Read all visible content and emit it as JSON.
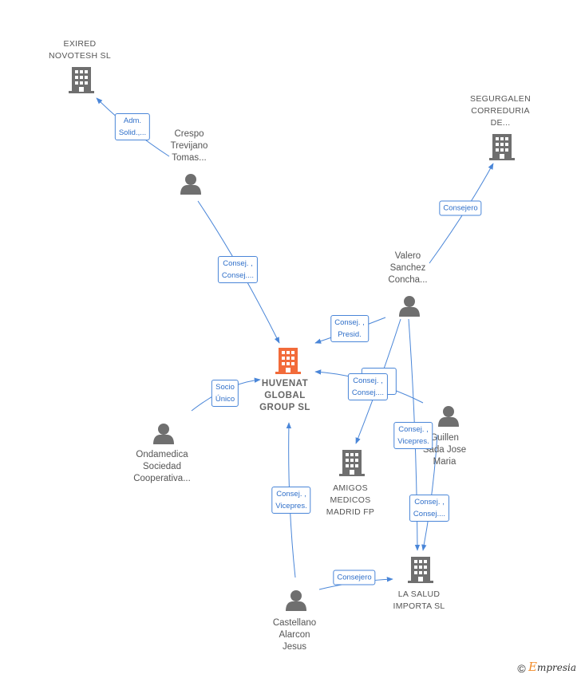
{
  "nodes": {
    "exired": {
      "label": "EXIRED\nNOVOTESH  SL"
    },
    "segurgalen": {
      "label": "SEGURGALEN\nCORREDURIA\nDE..."
    },
    "crespo": {
      "label": "Crespo\nTrevijano\nTomas..."
    },
    "valero": {
      "label": "Valero\nSanchez\nConcha..."
    },
    "huvenat": {
      "label": "HUVENAT\nGLOBAL\nGROUP  SL"
    },
    "guillen": {
      "label": "Guillen\nSada Jose\nMaria"
    },
    "ondamedica": {
      "label": "Ondamedica\nSociedad\nCooperativa..."
    },
    "amigos": {
      "label": "AMIGOS\nMEDICOS\nMADRID FP"
    },
    "lasalud": {
      "label": "LA SALUD\nIMPORTA  SL"
    },
    "castellano": {
      "label": "Castellano\nAlarcon\nJesus"
    }
  },
  "edges": {
    "crespo_exired": "Adm.\nSolid.,...",
    "crespo_huvenat": "Consej. ,\nConsej....",
    "valero_segurgalen": "Consejero",
    "valero_huvenat": "Consej. ,\nPresid.",
    "guillen_huvenat": "Consej. ,\nConsej....",
    "ondamedica_huvenat": "Socio\nÚnico",
    "valero_amigos": "Consej. ,\nVicepres.",
    "guillen_lasalud": "Consej. ,\nConsej....",
    "castellano_huvenat": "Consej. ,\nVicepres.",
    "castellano_lasalud": "Consejero"
  },
  "colors": {
    "edge": "#4a86d8",
    "node_gray": "#6f6f6f",
    "main_company": "#f26b3a"
  },
  "footer": {
    "copyright": "©",
    "brand_first": "E",
    "brand_rest": "mpresia"
  }
}
